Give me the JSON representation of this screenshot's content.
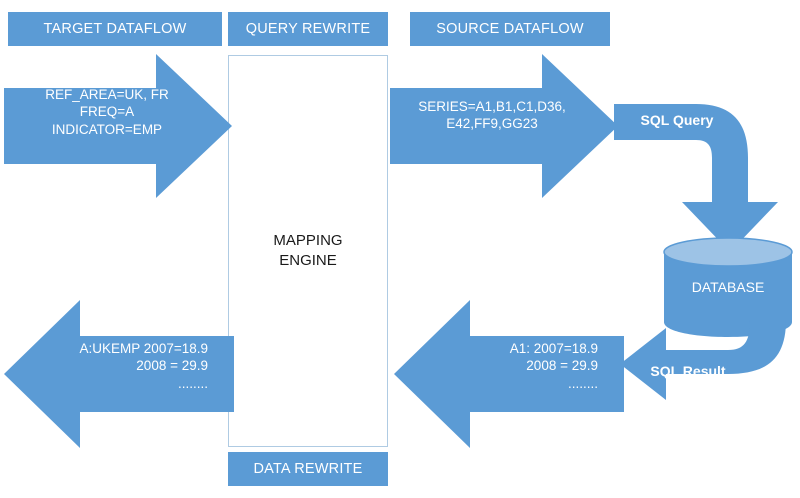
{
  "diagram": {
    "title": "Mapping engine query and data rewrite dataflow",
    "colors": {
      "primary_blue": "#5B9BD5",
      "light_blue": "#9DC3E6",
      "border_blue": "#AFCBE3",
      "text_white": "#FFFFFF",
      "text_dark": "#1A1A1A",
      "background": "#FFFFFF"
    }
  },
  "headers": {
    "target_dataflow": "TARGET DATAFLOW",
    "query_rewrite": "QUERY REWRITE",
    "source_dataflow": "SOURCE DATAFLOW",
    "data_rewrite": "DATA REWRITE"
  },
  "engine": {
    "label": "MAPPING\nENGINE"
  },
  "arrows": {
    "target_query": {
      "text": "REF_AREA=UK, FR\nFREQ=A\nINDICATOR=EMP",
      "direction": "right"
    },
    "source_query": {
      "text": "SERIES=A1,B1,C1,D36,\nE42,FF9,GG23",
      "direction": "right"
    },
    "target_result": {
      "text": "A:UKEMP 2007=18.9\n2008 = 29.9\n........",
      "direction": "left"
    },
    "source_result": {
      "text": "A1: 2007=18.9\n2008 = 29.9\n........",
      "direction": "left"
    },
    "sql_query": {
      "text": "SQL Query",
      "direction": "curved-down"
    },
    "sql_result": {
      "text": "SQL Result",
      "direction": "curved-left"
    }
  },
  "database": {
    "label": "DATABASE"
  }
}
